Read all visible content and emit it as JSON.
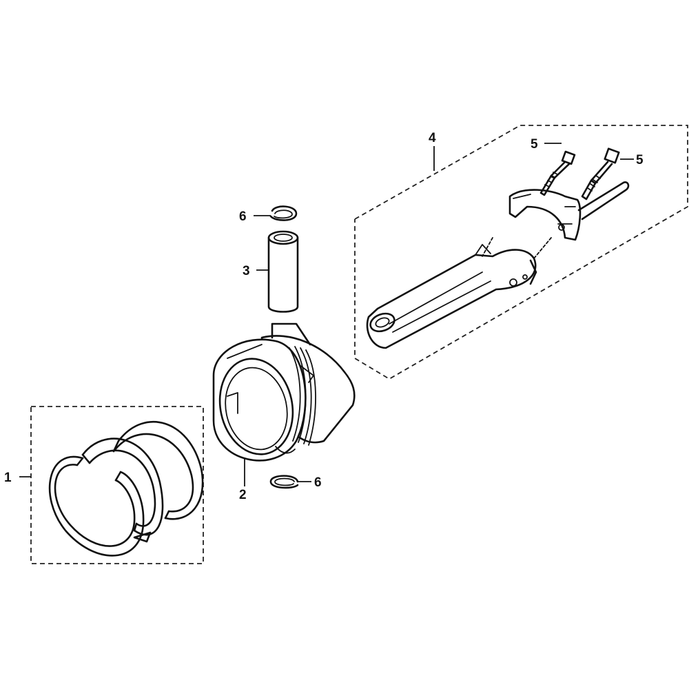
{
  "callouts": {
    "rings": "1",
    "piston": "2",
    "piston_pin": "3",
    "connecting_rod": "4",
    "bolt_left": "5",
    "bolt_right": "5",
    "clip_top": "6",
    "clip_bottom": "6"
  },
  "colors": {
    "line": "#111111",
    "background": "#ffffff"
  }
}
